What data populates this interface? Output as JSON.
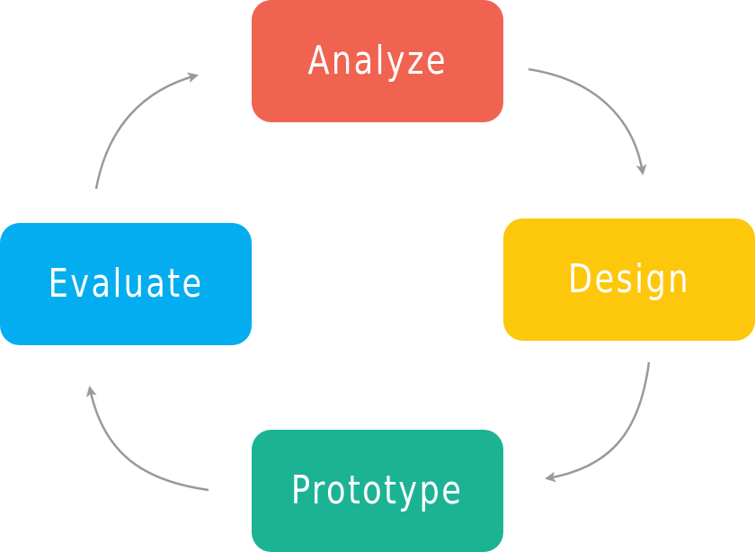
{
  "diagram": {
    "steps": [
      {
        "id": "analyze",
        "label": "Analyze",
        "color": "#f06351"
      },
      {
        "id": "design",
        "label": "Design",
        "color": "#fdc70c"
      },
      {
        "id": "prototype",
        "label": "Prototype",
        "color": "#1cb394"
      },
      {
        "id": "evaluate",
        "label": "Evaluate",
        "color": "#04adef"
      }
    ],
    "arrow_color": "#999999",
    "flow": "clockwise cycle"
  }
}
